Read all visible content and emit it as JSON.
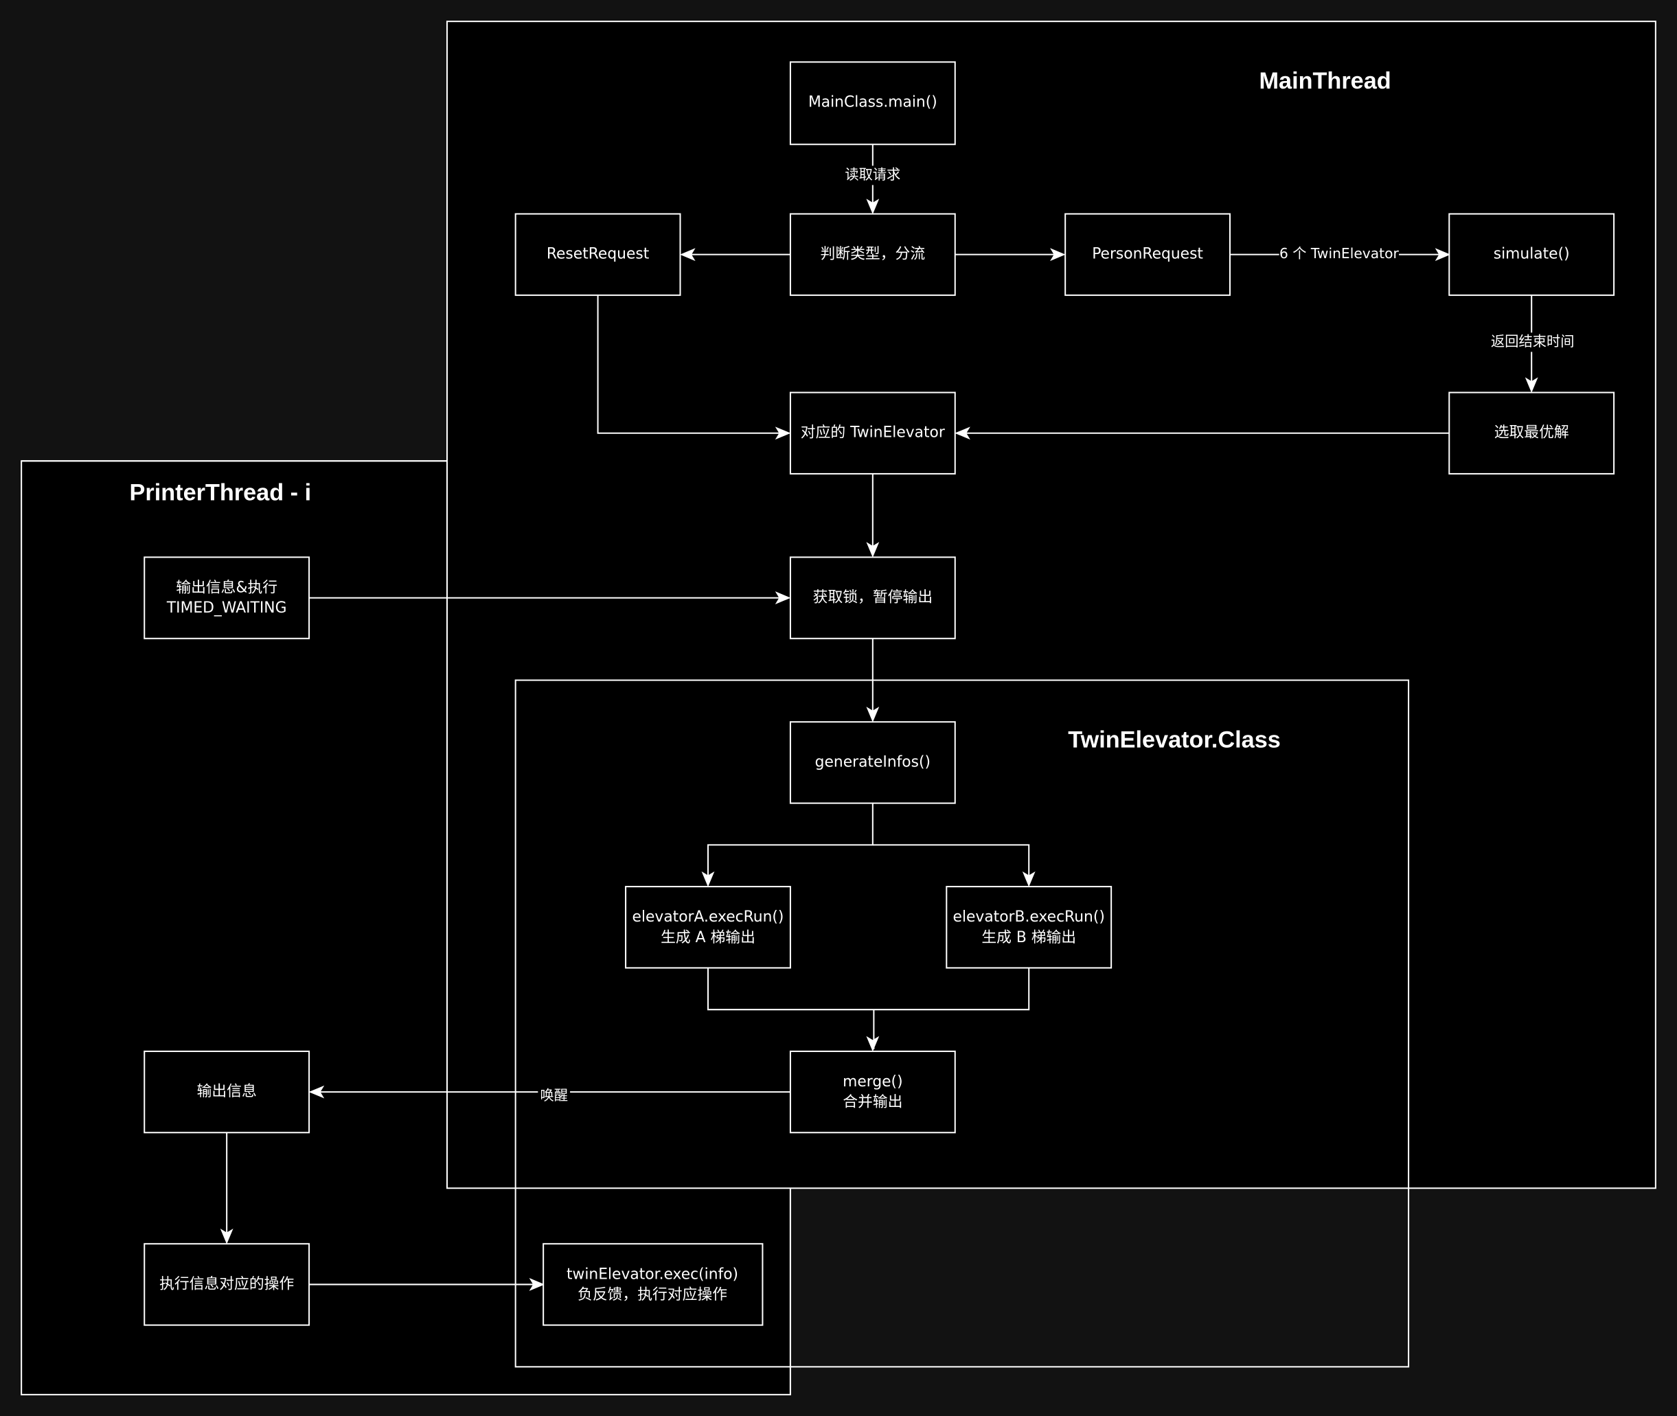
{
  "diagram": {
    "containers": {
      "main_thread": {
        "title": "MainThread"
      },
      "printer_thread": {
        "title": "PrinterThread - i"
      },
      "twin_elevator_class": {
        "title": "TwinElevator.Class"
      }
    },
    "nodes": {
      "main": {
        "lines": [
          "MainClass.main()"
        ]
      },
      "classify": {
        "lines": [
          "判断类型，分流"
        ]
      },
      "reset_request": {
        "lines": [
          "ResetRequest"
        ]
      },
      "person_request": {
        "lines": [
          "PersonRequest"
        ]
      },
      "simulate": {
        "lines": [
          "simulate()"
        ]
      },
      "choose_best": {
        "lines": [
          "选取最优解"
        ]
      },
      "target_elevator": {
        "lines": [
          "对应的 TwinElevator"
        ]
      },
      "acquire_lock": {
        "lines": [
          "获取锁，暂停输出"
        ]
      },
      "printer_wait": {
        "lines": [
          "输出信息&执行",
          "TIMED_WAITING"
        ]
      },
      "generate_infos": {
        "lines": [
          "generateInfos()"
        ]
      },
      "elevator_a": {
        "lines": [
          "elevatorA.execRun()",
          "生成 A 梯输出"
        ]
      },
      "elevator_b": {
        "lines": [
          "elevatorB.execRun()",
          "生成 B 梯输出"
        ]
      },
      "merge": {
        "lines": [
          "merge()",
          "合并输出"
        ]
      },
      "print_info": {
        "lines": [
          "输出信息"
        ]
      },
      "exec_op": {
        "lines": [
          "执行信息对应的操作"
        ]
      },
      "twin_exec": {
        "lines": [
          "twinElevator.exec(info)",
          "负反馈，执行对应操作"
        ]
      }
    },
    "edge_labels": {
      "read_request": "读取请求",
      "six_twin": "6 个 TwinElevator",
      "return_end_time": "返回结束时间",
      "wake_up": "唤醒"
    },
    "colors": {
      "canvas": "#121212",
      "container_fill": "#000000",
      "stroke": "#ffffff",
      "text": "#ffffff"
    }
  }
}
